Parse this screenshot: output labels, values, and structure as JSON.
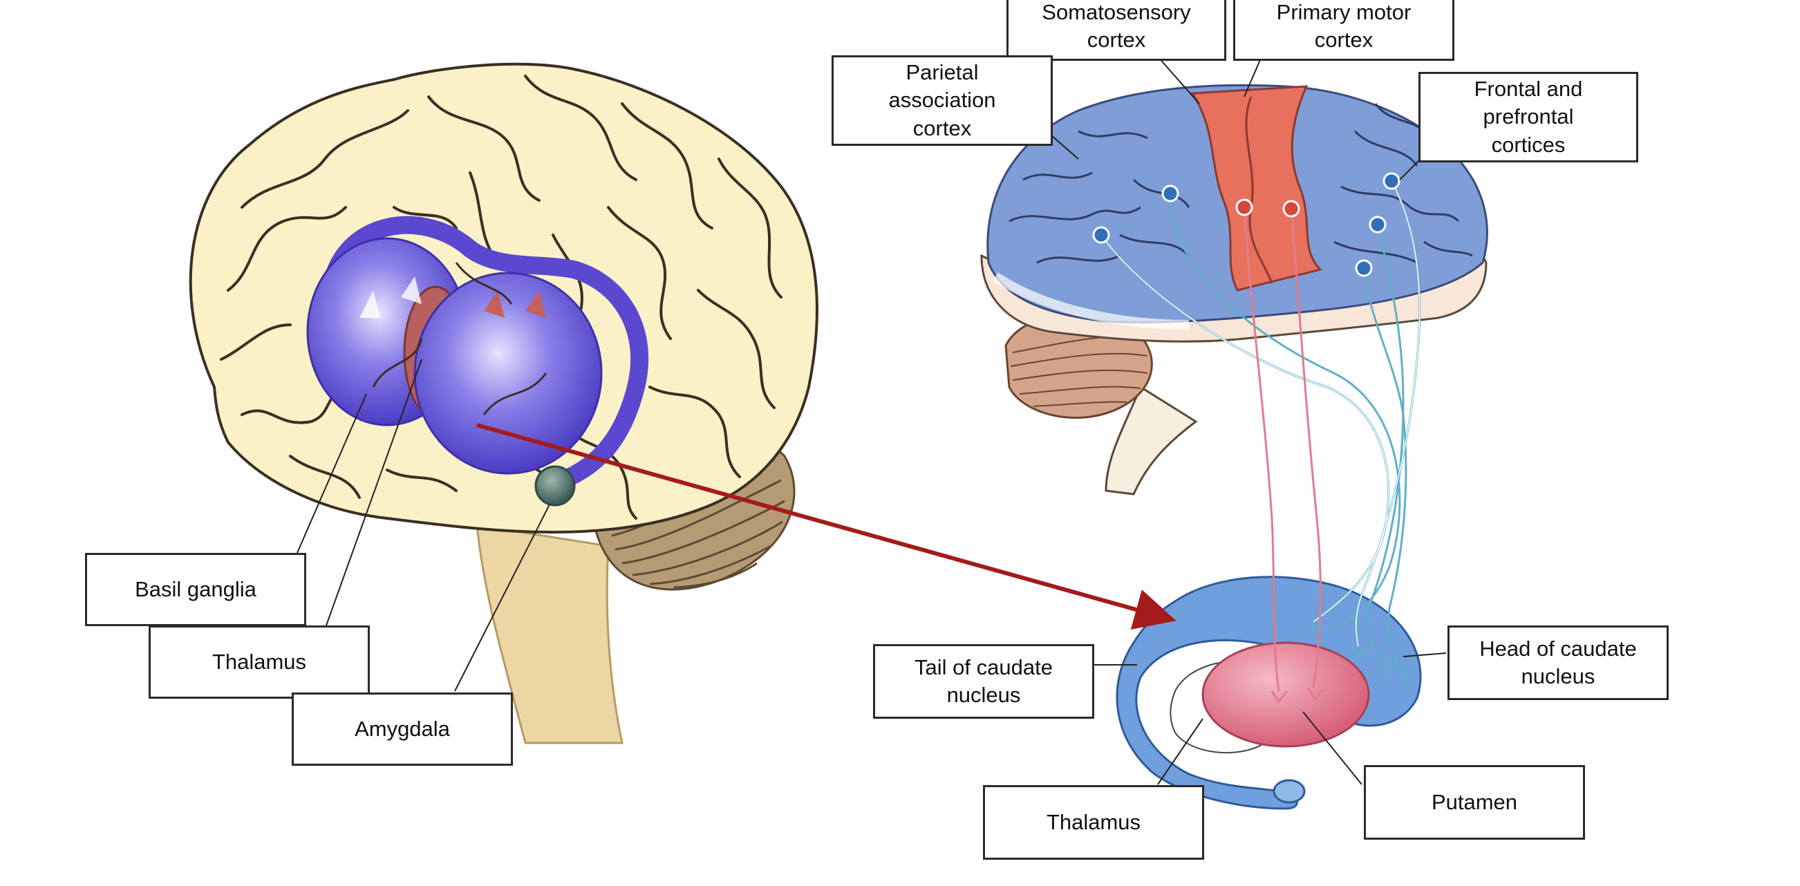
{
  "left_figure": {
    "labels": {
      "basal_ganglia": "Basil ganglia",
      "thalamus": "Thalamus",
      "amygdala": "Amygdala"
    }
  },
  "right_figure": {
    "labels": {
      "somatosensory_cortex": "Somatosensory\ncortex",
      "primary_motor_cortex": "Primary motor\ncortex",
      "parietal_association_cortex": "Parietal\nassociation\ncortex",
      "frontal_prefrontal_cortices": "Frontal and\nprefrontal\ncortices",
      "tail_of_caudate": "Tail of caudate\nnucleus",
      "head_of_caudate": "Head of caudate\nnucleus",
      "thalamus": "Thalamus",
      "putamen": "Putamen"
    }
  },
  "colors": {
    "cortex_blue": "#7f9ed8",
    "motor_strip_red": "#e8715e",
    "brain_cream": "#fbf1c6",
    "basal_ganglia_purple": "#6a5ad8",
    "caudate_blue": "#6f9fdc",
    "putamen_pink": "#e57a8e",
    "connector_arrow": "#a51b1b"
  }
}
